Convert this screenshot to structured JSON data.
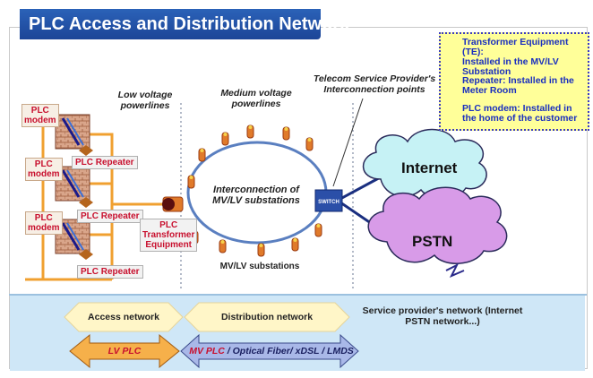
{
  "title": "PLC Access and Distribution Network",
  "legend": {
    "items": [
      {
        "icon": "transformer-icon",
        "text": "Transformer Equipment (TE): Installed in the MV/LV Substation",
        "line1": "Transformer Equipment (TE):",
        "line2": "Installed in the MV/LV",
        "line3": "Substation",
        "color": "#5a0f0f"
      },
      {
        "icon": "repeater-icon",
        "text": "Repeater: Installed in the Meter Room",
        "line1": "Repeater: Installed in the",
        "line2": "Meter Room",
        "color": "#b5651d"
      },
      {
        "icon": "plc-modem-icon",
        "text": "PLC modem: Installed in the home of the customer",
        "line1": "PLC modem: Installed in",
        "line2": "the home of the customer",
        "color": "#3a8fd8"
      }
    ]
  },
  "labels": {
    "low_voltage_1": "Low voltage",
    "low_voltage_2": "powerlines",
    "medium_voltage_1": "Medium voltage",
    "medium_voltage_2": "powerlines",
    "telecom_1": "Telecom Service Provider's",
    "telecom_2": "Interconnection points",
    "ring_1": "Interconnection of",
    "ring_2": "MV/LV substations",
    "substations": "MV/LV substations",
    "switch": "SWITCH",
    "plc_modem_1": "PLC",
    "plc_modem_2": "modem",
    "plc_repeater": "PLC Repeater",
    "te_1": "PLC",
    "te_2": "Transformer",
    "te_3": "Equipment"
  },
  "clouds": {
    "internet": "Internet",
    "pstn": "PSTN"
  },
  "networks": {
    "access": "Access network",
    "distribution": "Distribution network",
    "provider_1": "Service provider's network (Internet",
    "provider_2": "PSTN network...)"
  },
  "bottom_arrows": {
    "lv_plc": "LV PLC",
    "mv_plc": "MV PLC",
    "mv_rest": " / Optical Fiber/ xDSL / LMDS"
  },
  "colors": {
    "title_bg": "#1f4a9c",
    "orange_line": "#f0a030",
    "ring": "#5a7fc0",
    "internet_cloud": "#c6f2f5",
    "pstn_cloud": "#d89be8",
    "legend_bg": "#ffff99"
  }
}
